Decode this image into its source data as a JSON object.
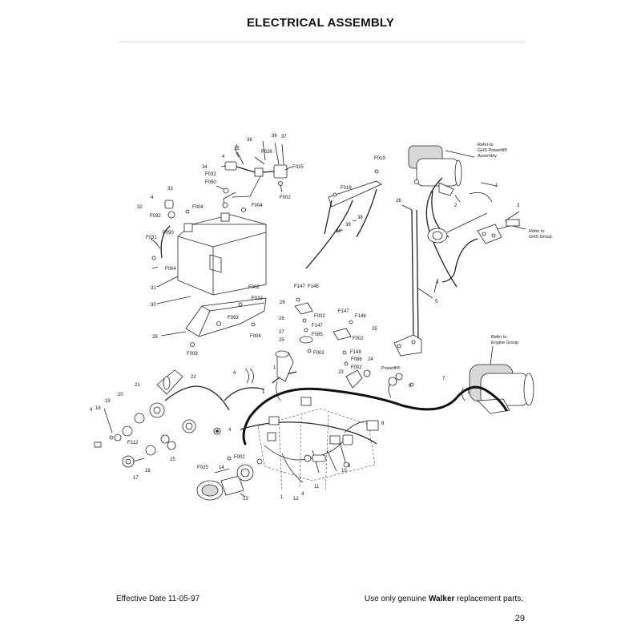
{
  "page": {
    "title": "ELECTRICAL ASSEMBLY",
    "effective_date": "Effective Date 11-05-97",
    "notice_prefix": "Use only genuine ",
    "notice_brand": "Walker",
    "notice_suffix": " replacement parts.",
    "page_number": "29"
  },
  "diagram": {
    "reference_notes": {
      "ghs_powerfil_assembly": [
        "Refer to",
        "GHS Powerfil®",
        "Assembly"
      ],
      "ghs_group": [
        "Refer to",
        "GHS Group"
      ],
      "engine_group": [
        "Refer to",
        "Engine Group"
      ],
      "powerfil": "Powerfil®"
    },
    "callouts": {
      "c36a": "36",
      "c36b": "36",
      "c37": "37",
      "c35": "35",
      "c4a": "4",
      "c34": "34",
      "F026": "F026",
      "F025a": "F025",
      "F032a": "F032",
      "F050a": "F050",
      "F002a": "F002",
      "c33": "33",
      "c4b": "4",
      "F004a": "F004",
      "F004b": "F004",
      "c32": "32",
      "F032b": "F032",
      "F050b": "F050",
      "F031": "F031",
      "F004c": "F004",
      "c31": "31",
      "c30": "30",
      "F002b": "F002",
      "F032c": "F032",
      "F093": "F093",
      "c29": "29",
      "F004d": "F004",
      "F009": "F009",
      "F019a": "F019",
      "F019b": "F019",
      "c39": "39",
      "c38a": "38",
      "c38b": "38",
      "c26a": "26",
      "c1a": "1",
      "c2": "2",
      "c3": "3",
      "c4c": "4",
      "c5": "5",
      "F147a": "F147",
      "F148a": "F148",
      "c26b": "26",
      "F002c": "F002",
      "c28": "28",
      "F147b": "F147",
      "c27": "27",
      "F085": "F085",
      "c25a": "25",
      "F002d": "F002",
      "F147c": "F147",
      "F148b": "F148",
      "c25b": "25",
      "F002e": "F002",
      "F148c": "F148",
      "F086": "F086",
      "F002f": "F002",
      "c24": "24",
      "c23": "23",
      "c6": "6",
      "c7": "7",
      "c1b": "1",
      "c22": "22",
      "c4d": "4",
      "c1c": "1",
      "c1d": "1",
      "c21": "21",
      "c20": "20",
      "c19": "19",
      "c18": "18",
      "c4e": "4",
      "F112": "F112",
      "c15": "15",
      "c16": "16",
      "c17": "17",
      "F025b": "F025",
      "c14": "14",
      "F002g": "F002",
      "c13": "13",
      "c4f": "4",
      "c8": "8",
      "c1e": "1",
      "c12": "12",
      "c4g": "4",
      "c11": "11",
      "c10": "10",
      "c9": "9"
    }
  }
}
